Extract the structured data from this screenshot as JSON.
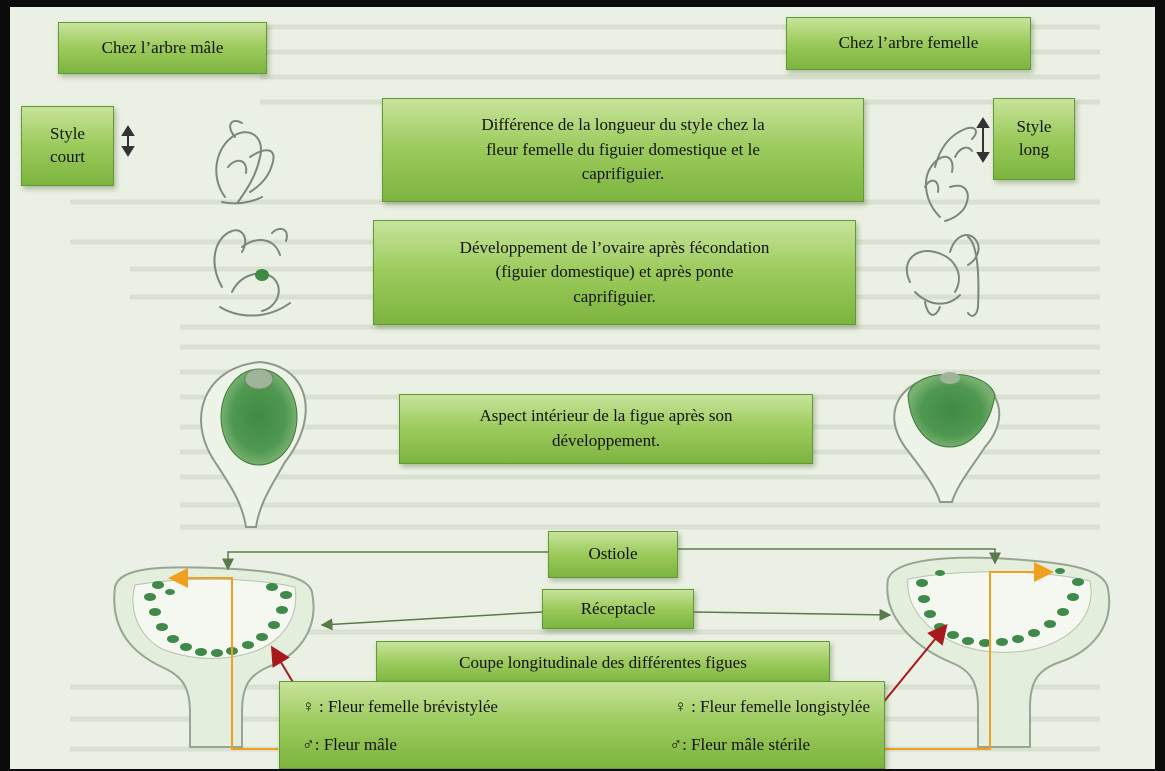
{
  "labels": {
    "male_tree": "Chez l’arbre mâle",
    "female_tree": "Chez l’arbre femelle",
    "style_short": [
      "Style",
      "court"
    ],
    "style_long": [
      "Style",
      "long"
    ],
    "style_diff": [
      "Différence de la longueur du style chez la",
      "fleur femelle du figuier domestique et le",
      "caprifiguier."
    ],
    "ovary_dev": [
      "Développement de l’ovaire après fécondation",
      "(figuier domestique) et après ponte",
      "caprifiguier."
    ],
    "fig_interior": [
      "Aspect intérieur de la figue après son",
      "développement."
    ],
    "ostiole": "Ostiole",
    "receptacle": "Réceptacle",
    "section_title": "Coupe longitudinale des différentes figues"
  },
  "legend": {
    "female_short": "♀ : Fleur femelle brévistylée",
    "female_long": "♀ : Fleur femelle longistylée",
    "male": "♂: Fleur mâle",
    "male_sterile": "♂: Fleur mâle stérile"
  },
  "colors": {
    "box_green": "#9ccb5d",
    "arrow_orange": "#f0a020",
    "arrow_red": "#a8181c",
    "flower_dot": "#3f8a4a",
    "connector": "#5a7a4a"
  }
}
